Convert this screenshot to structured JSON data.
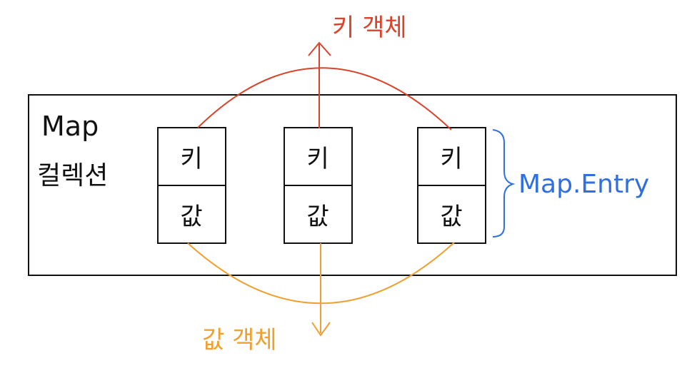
{
  "collection_label_line1": "Map",
  "collection_label_line2": "컬렉션",
  "entry_label": "Map.Entry",
  "key_object_label": "키 객체",
  "value_object_label": "값 객체",
  "entries": [
    {
      "key": "키",
      "value": "값"
    },
    {
      "key": "키",
      "value": "값"
    },
    {
      "key": "키",
      "value": "값"
    }
  ],
  "colors": {
    "key_arc": "#d9432b",
    "value_arc": "#f0a030",
    "entry_brace": "#2f6fe0",
    "outline": "#111111"
  }
}
